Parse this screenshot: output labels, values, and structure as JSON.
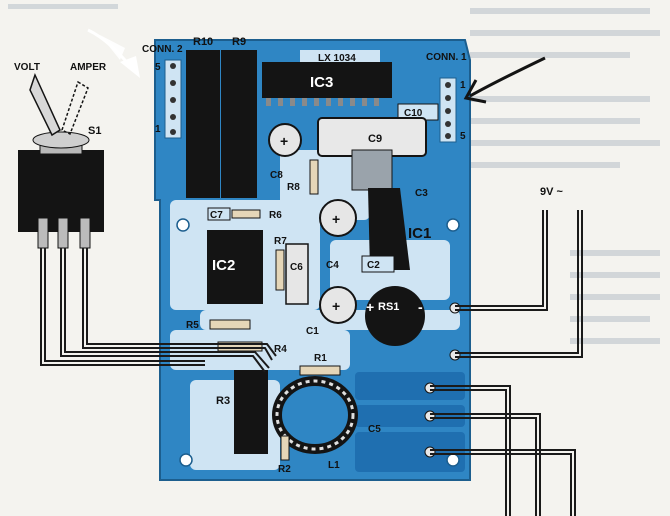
{
  "labels": {
    "volt": "VOLT",
    "amper": "AMPER",
    "s1": "S1",
    "conn2": "CONN. 2",
    "conn1": "CONN. 1",
    "r10": "R10",
    "r9": "R9",
    "board_code": "LX 1034",
    "ic3": "IC3",
    "c10": "C10",
    "c9": "C9",
    "c8": "C8",
    "r8": "R8",
    "c3": "C3",
    "c7": "C7",
    "r6": "R6",
    "r7": "R7",
    "ic2": "IC2",
    "c6": "C6",
    "c4": "C4",
    "ic1": "IC1",
    "c2": "C2",
    "rs1": "RS1",
    "c1": "C1",
    "r5": "R5",
    "r4": "R4",
    "r1": "R1",
    "r3": "R3",
    "c5": "C5",
    "r2": "R2",
    "l1": "L1",
    "ac_input": "9V ~",
    "pin_1a": "1",
    "pin_5a": "5",
    "pin_1b": "1",
    "pin_5b": "5",
    "plus_sign": "+",
    "minus_sign": "-"
  },
  "colors": {
    "board": "#2f86c4",
    "board_light": "#cfe4f3",
    "component": "#141414",
    "wire": "#1a1a1a",
    "arrow_white": "#ffffff"
  }
}
